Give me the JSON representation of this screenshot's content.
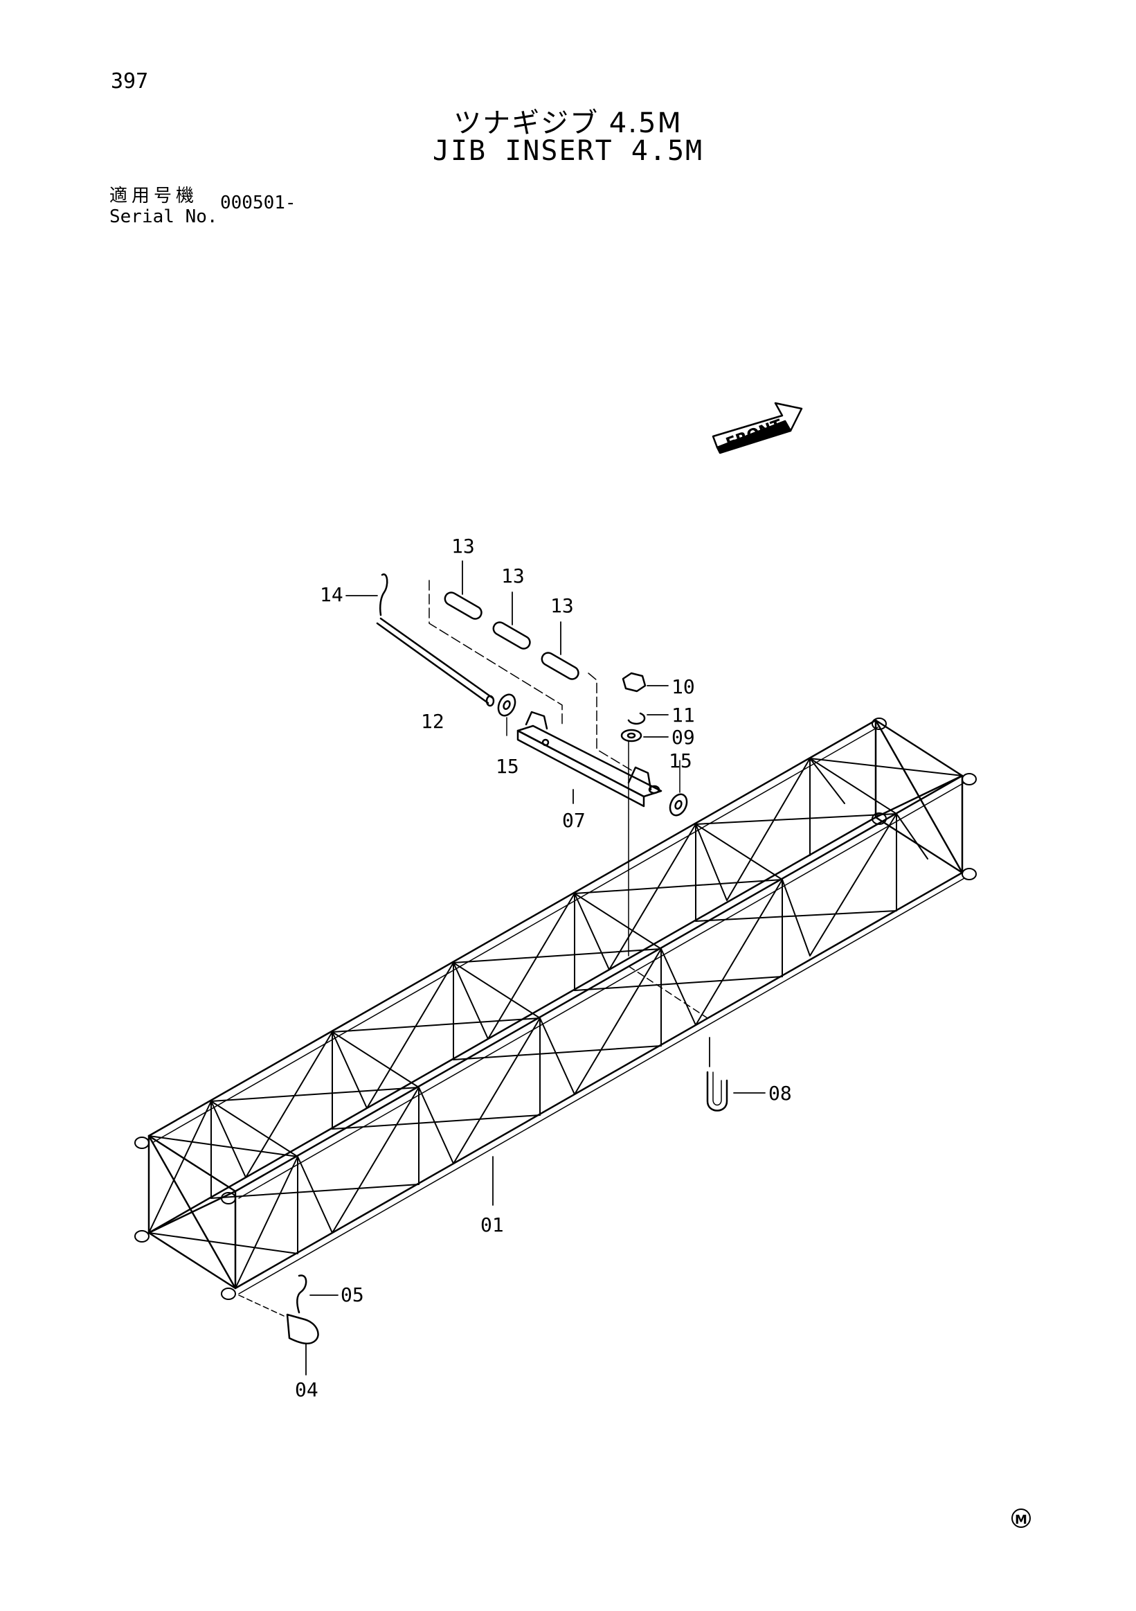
{
  "header": {
    "page_number": "397",
    "title_jp": "ツナギジブ 4.5M",
    "title_en": "JIB INSERT 4.5M",
    "serial_label_jp": "適用号機",
    "serial_label_en": "Serial No.",
    "serial_value": "000501-"
  },
  "direction_marker": {
    "label": "FRONT"
  },
  "callouts": {
    "c13a": "13",
    "c13b": "13",
    "c13c": "13",
    "c14": "14",
    "c12": "12",
    "c15a": "15",
    "c15b": "15",
    "c10": "10",
    "c11": "11",
    "c09": "09",
    "c07": "07",
    "c08": "08",
    "c01": "01",
    "c05": "05",
    "c04": "04"
  },
  "footer": {
    "mark": "M"
  }
}
